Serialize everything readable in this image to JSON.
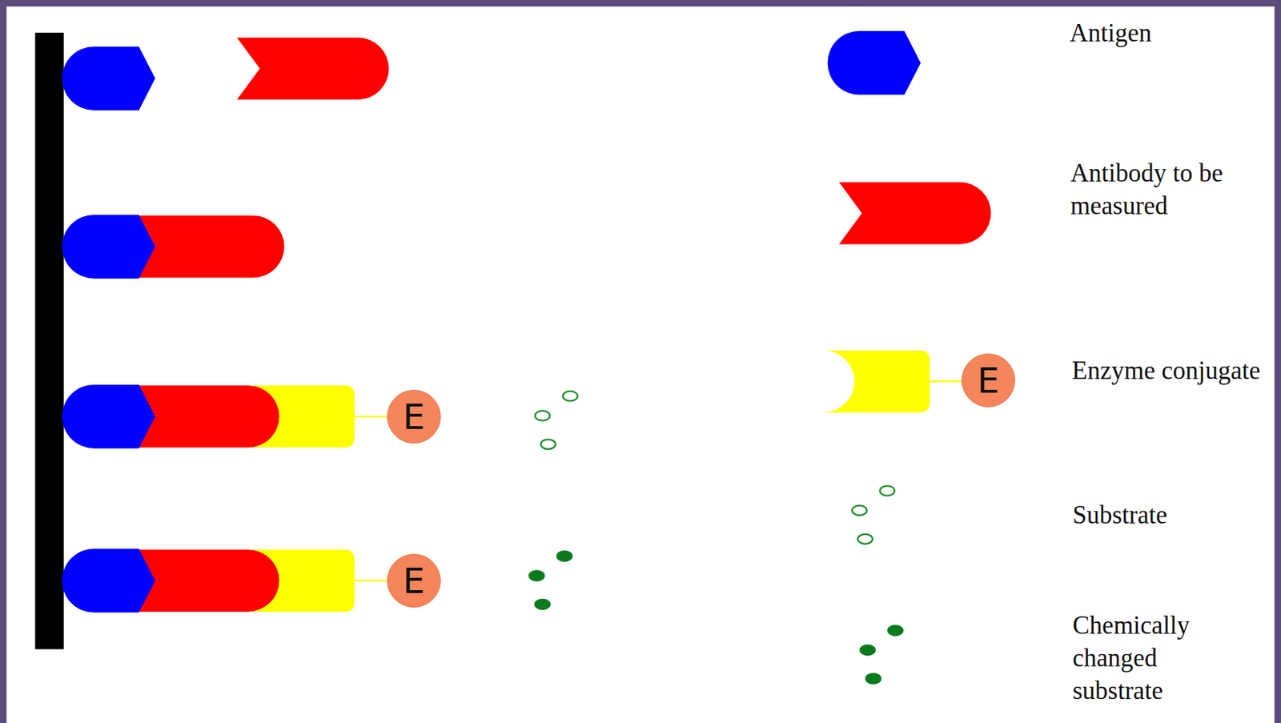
{
  "diagram": {
    "nodes": [
      {
        "text": [
          "E"
        ]
      },
      {
        "text": [
          "E"
        ]
      },
      {
        "text": [
          "E"
        ]
      }
    ],
    "legend": [
      {
        "text": "Antigen"
      },
      {
        "text": "Antibody to be measured"
      },
      {
        "text": "Enzyme conjugate"
      },
      {
        "text": "Substrate"
      },
      {
        "text": "Chemically changed substrate"
      }
    ]
  }
}
